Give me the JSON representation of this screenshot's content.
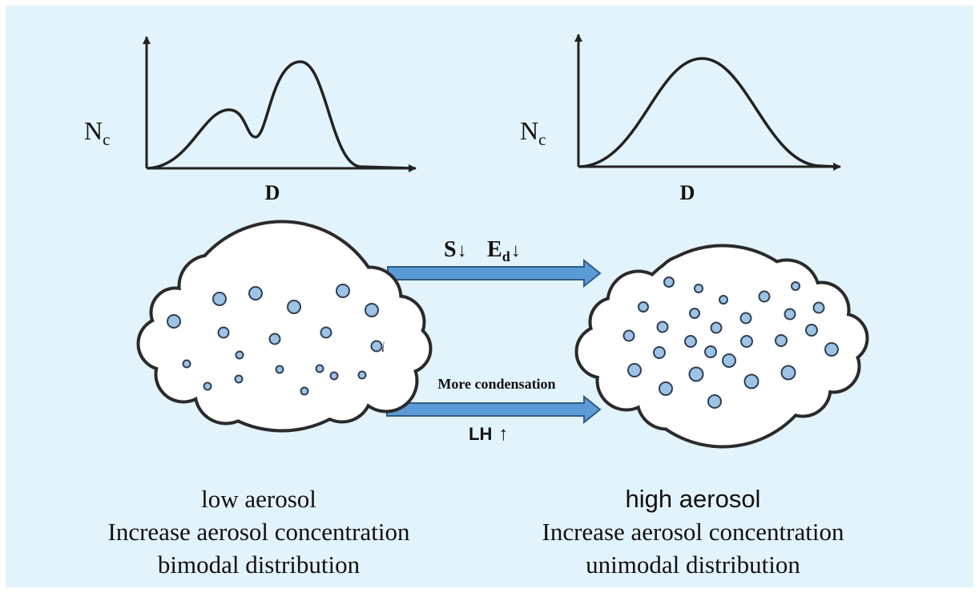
{
  "colors": {
    "background": "#e2f3fb",
    "arrow_fill": "#5b9bd5",
    "arrow_stroke": "#2e5c8a",
    "droplet_fill": "#9dc3e6",
    "droplet_stroke": "#2f3f52",
    "cloud_fill": "#ffffff",
    "line": "#222222"
  },
  "left_plot": {
    "y_label": "N",
    "y_label_sub": "c",
    "x_label": "D",
    "curve": "bimodal"
  },
  "right_plot": {
    "y_label": "N",
    "y_label_sub": "c",
    "x_label": "D",
    "curve": "unimodal"
  },
  "arrows": {
    "top": {
      "s_label": "S",
      "s_arrow": "↓",
      "e_label": "E",
      "e_sub": "d",
      "e_arrow": "↓"
    },
    "bottom": {
      "above_label": "More condensation",
      "below_label": "LH",
      "below_arrow": "↑"
    }
  },
  "left_caption": {
    "line1": "low aerosol",
    "line2": "Increase aerosol concentration",
    "line3": "bimodal distribution"
  },
  "right_caption": {
    "line1": "high aerosol",
    "line2": "Increase aerosol concentration",
    "line3": "unimodal distribution"
  }
}
